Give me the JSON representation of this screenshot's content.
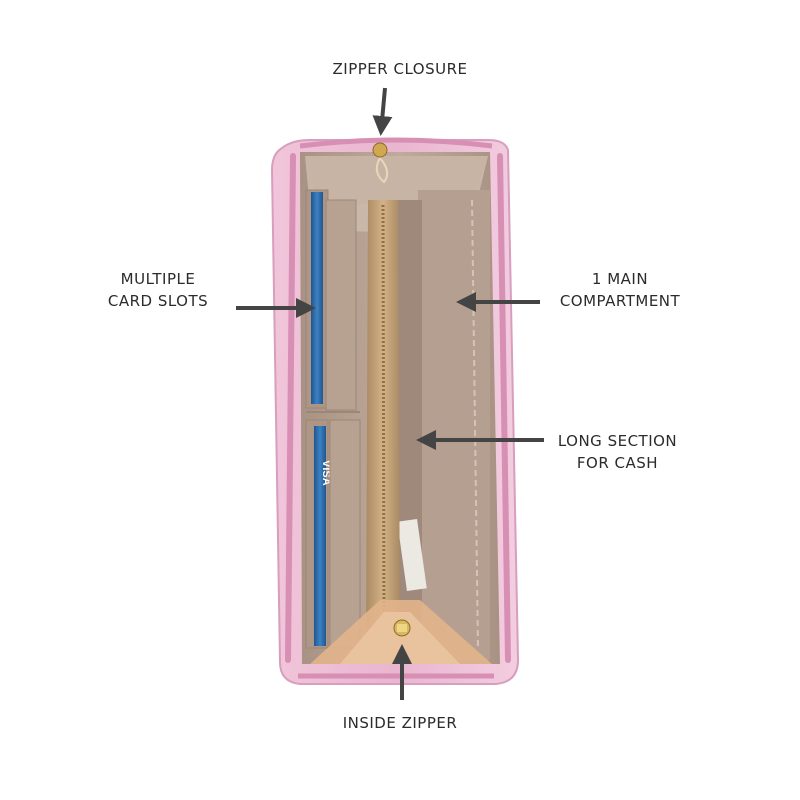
{
  "annotations": {
    "zipper_closure": "ZIPPER CLOSURE",
    "card_slots": {
      "line1": "MULTIPLE",
      "line2": "CARD SLOTS"
    },
    "main_compartment": {
      "line1": "1 MAIN",
      "line2": "COMPARTMENT"
    },
    "cash_section": {
      "line1": "LONG SECTION",
      "line2": "FOR CASH"
    },
    "inside_zipper": "INSIDE ZIPPER"
  },
  "card_brand": "VISA",
  "colors": {
    "wallet_exterior": "#e9b5cf",
    "wallet_zip": "#d78fb4",
    "lining": "#b49e8f",
    "lining_light": "#cdbcae",
    "divider": "#c9a477",
    "zipper_teeth": "#b8955e",
    "card_blue": "#2f6fae",
    "arrow": "#444444"
  }
}
